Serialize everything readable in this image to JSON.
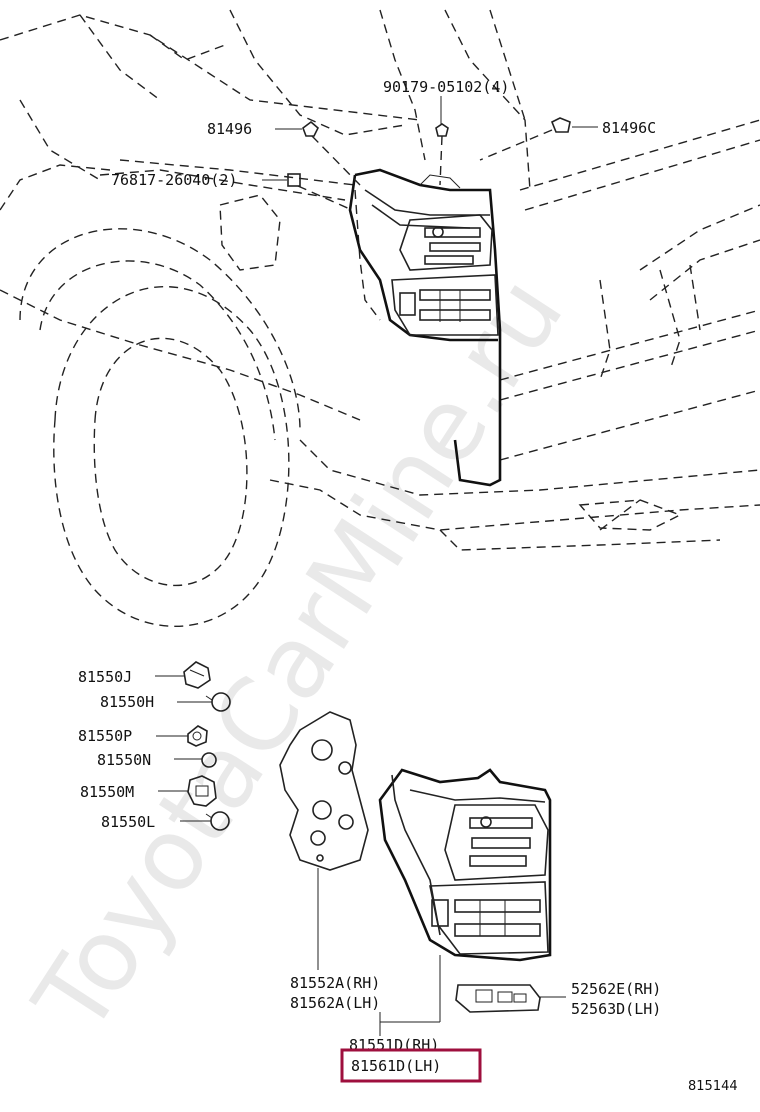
{
  "diagram": {
    "figure_number": "815144",
    "watermark": "ToyotaCarMine.ru",
    "highlight_color": "#9e0f3d",
    "top_labels": {
      "bolt": "90179-05102(4)",
      "clip_left": "81496",
      "clip_right": "81496C",
      "grommet": "76817-26040(2)"
    },
    "bulb_labels": {
      "socket_j": "81550J",
      "bulb_h": "81550H",
      "socket_p": "81550P",
      "bulb_n": "81550N",
      "socket_m": "81550M",
      "bulb_l": "81550L"
    },
    "bottom_labels": {
      "gasket_rh": "81552A(RH)",
      "gasket_lh": "81562A(LH)",
      "reflector_rh": "52562E(RH)",
      "reflector_lh": "52563D(LH)",
      "lamp_rh": "81551D(RH)",
      "lamp_lh": "81561D(LH)"
    }
  }
}
